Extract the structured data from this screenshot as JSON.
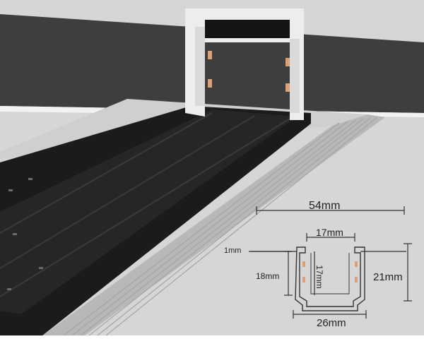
{
  "dimensions": {
    "total_width": "54mm",
    "inner_width": "17mm",
    "wall_thickness": "1mm",
    "side_height": "18mm",
    "inner_depth": "17mm",
    "total_height": "21mm",
    "base_width": "26mm"
  },
  "colors": {
    "ceiling": "#3d3d3d",
    "ceiling_shadow": "#2a2a2a",
    "wall": "#d0d0d0",
    "track_black": "#1a1a1a",
    "track_highlight": "#555555",
    "flange_light": "#bcbcbc",
    "aluminium": "#eeeeee",
    "copper": "#d9a07a"
  }
}
